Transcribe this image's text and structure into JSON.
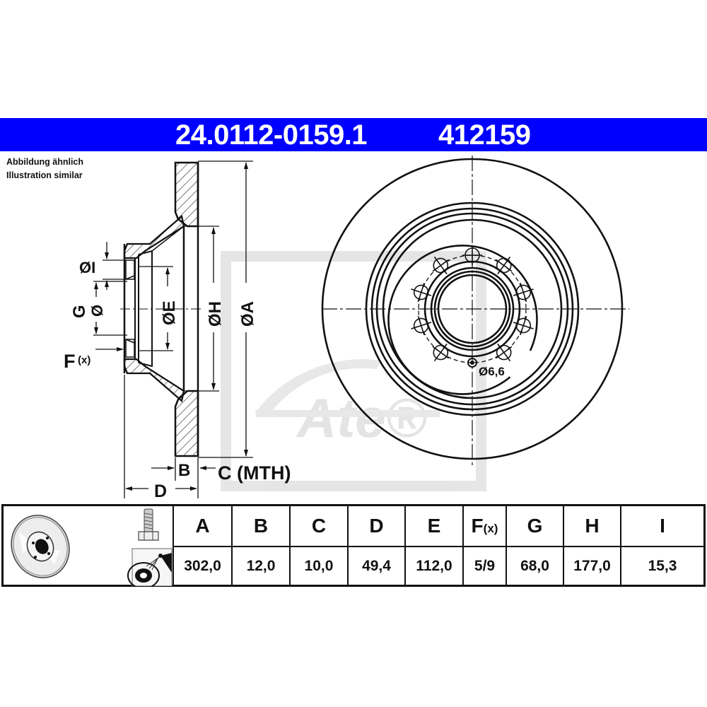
{
  "header": {
    "part_number": "24.0112-0159.1",
    "ref_number": "412159",
    "background_color": "#0000ff",
    "text_color": "#ffffff"
  },
  "notes": {
    "line1": "Abbildung ähnlich",
    "line2": "Illustration similar"
  },
  "side_view": {
    "labels": {
      "dia_I": "ØI",
      "G": "G",
      "dia_G_symbol": "Ø",
      "F": "F",
      "F_suffix": "(x)",
      "dia_E": "ØE",
      "dia_H": "ØH",
      "dia_A": "ØA",
      "B": "B",
      "C_MTH": "C (MTH)",
      "D": "D"
    }
  },
  "front_view": {
    "hole_label": "Ø6,6",
    "bolt_holes": 10,
    "watermark": "Ate®"
  },
  "spec_table": {
    "columns": [
      {
        "key": "A",
        "label": "A",
        "value": "302,0"
      },
      {
        "key": "B",
        "label": "B",
        "value": "12,0"
      },
      {
        "key": "C",
        "label": "C",
        "value": "10,0"
      },
      {
        "key": "D",
        "label": "D",
        "value": "49,4"
      },
      {
        "key": "E",
        "label": "E",
        "value": "112,0"
      },
      {
        "key": "F",
        "label": "F",
        "label_suffix": "(x)",
        "value": "5/9"
      },
      {
        "key": "G",
        "label": "G",
        "value": "68,0"
      },
      {
        "key": "H",
        "label": "H",
        "value": "177,0"
      },
      {
        "key": "I",
        "label": "I",
        "value": "15,3"
      }
    ],
    "icons": [
      "brake-disc-icon",
      "bolt-icon",
      "cleaning-spray-icon"
    ]
  }
}
